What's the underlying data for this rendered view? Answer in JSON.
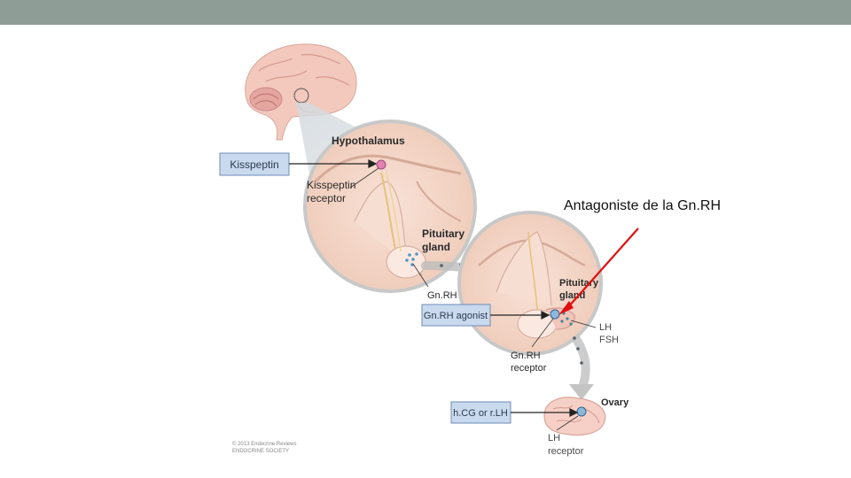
{
  "slide": {
    "annotation": "Antagoniste de la Gn.RH",
    "copyright_line1": "© 2013 Endocrine Reviews",
    "copyright_line2": "ENDOCRINE SOCIETY"
  },
  "diagram": {
    "hypothalamus": "Hypothalamus",
    "kisspeptin_box": "Kisspeptin",
    "kisspeptin_receptor_1": "Kisspeptin",
    "kisspeptin_receptor_2": "receptor",
    "pituitary_1": "Pituitary",
    "pituitary_2": "gland",
    "gnrh": "Gn.RH",
    "gnrh_agonist_box": "Gn.RH agonist",
    "pituitary_b_1": "Pituitary",
    "pituitary_b_2": "gland",
    "lh": "LH",
    "fsh": "FSH",
    "gnrh_receptor_1": "Gn.RH",
    "gnrh_receptor_2": "receptor",
    "ovary": "Ovary",
    "hcg_box": "h.CG or r.LH",
    "lh_receptor_1": "LH",
    "lh_receptor_2": "receptor"
  },
  "colors": {
    "topbar": "#8e9e96",
    "arrow_red": "#e01010",
    "box_fill": "#c9d9ee",
    "tissue": "#f1cfc0"
  }
}
